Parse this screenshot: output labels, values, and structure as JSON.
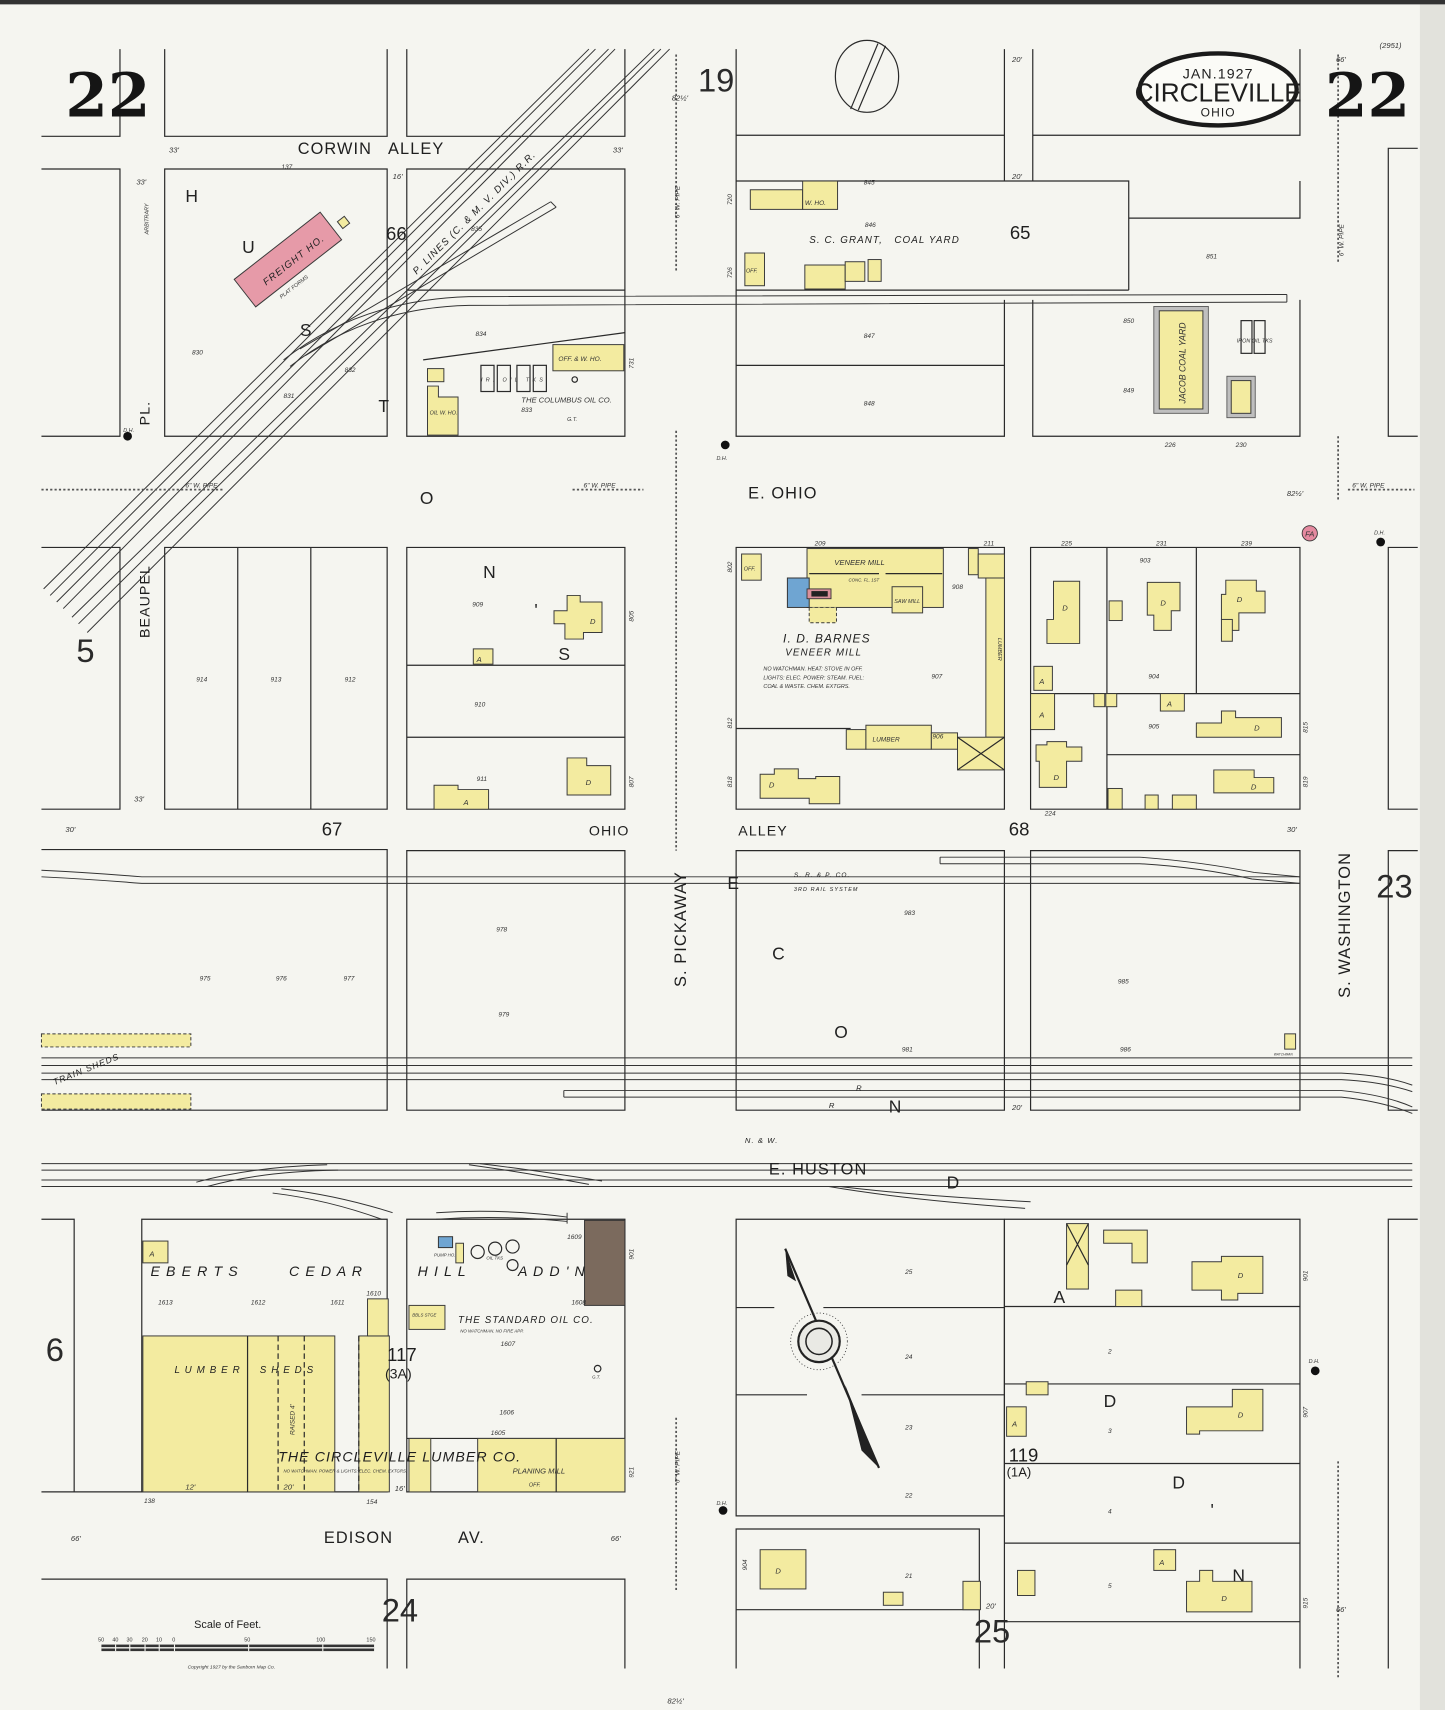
{
  "map": {
    "date": "JAN.1927",
    "city": "CIRCLEVILLE",
    "state": "OHIO",
    "sheet_number": "22",
    "sheet_code": "(2951)"
  },
  "adjacent_sheets": {
    "north": "19",
    "west_upper": "5",
    "west_lower": "6",
    "east": "23",
    "south_left": "24",
    "south_right": "25"
  },
  "streets": {
    "corwin_alley": "CORWIN   ALLEY",
    "beaupel": "BEAUPEL",
    "pl": "PL.",
    "e_ohio": "E. OHIO",
    "ohio": "OHIO",
    "alley": "ALLEY",
    "s_pickaway": "S. PICKAWAY",
    "s_washington": "S. WASHINGTON",
    "e_huston": "E. HUSTON",
    "edison": "EDISON",
    "av": "AV."
  },
  "addition_letters": [
    "H",
    "U",
    "S",
    "T",
    "O",
    "N",
    "'",
    "S",
    "E",
    "C",
    "O",
    "N",
    "D",
    "A",
    "D",
    "D",
    "'",
    "N"
  ],
  "eberts_addition": [
    "E B E R T S",
    "C E D A R",
    "H I L L",
    "A D D ' N"
  ],
  "blocks": {
    "b66": "66",
    "b65": "65",
    "b67": "67",
    "b68": "68",
    "b117": "117",
    "b117_sub": "(3A)",
    "b119": "119",
    "b119_sub": "(1A)"
  },
  "railroad": {
    "p_lines": "P. LINES (C. & M. V. DIV.) R.R.",
    "srp": "S. R. & P. CO.",
    "third_rail": "3RD RAIL SYSTEM",
    "train_sheds": "TRAIN SHEDS",
    "nw": "N. & W.",
    "r": "R",
    "r2": "R"
  },
  "buildings": {
    "freight_ho": "FREIGHT HO.",
    "freight_sub": "PLAT FORMS",
    "columbus_oil": "THE COLUMBUS OIL CO.",
    "off_w_ho": "OFF. & W. HO.",
    "oil_w_ho": "OIL W. HO.",
    "ir_oil_tks": "IR. OIL TKS",
    "gt": "G.T.",
    "sc_grant": "S. C. GRANT,   COAL YARD",
    "w_ho": "W. HO.",
    "off": "OFF.",
    "jacob": "JACOB COAL YARD",
    "iron_oil_tks": "IRON OIL TKS",
    "barnes": "I. D. BARNES",
    "veneer_mill": "VENEER MILL",
    "veneer_bldg": "VENEER MILL",
    "conc_fl": "CONC. FL. 1ST",
    "barnes_note_1": "NO WATCHMAN. HEAT: STOVE IN OFF.",
    "barnes_note_2": "LIGHTS: ELEC. POWER: STEAM. FUEL:",
    "barnes_note_3": "COAL & WASTE. CHEM. EXTGRS.",
    "saw_mill": "SAW MILL",
    "lumber": "LUMBER",
    "lumber_vert": "LUMBER",
    "off_barnes": "OFF.",
    "standard_oil": "THE STANDARD OIL CO.",
    "standard_note": "NO WATCHMAN. NO FIRE APP.",
    "pump_ho": "PUMP HO.",
    "oil_tks": "OIL TKS",
    "bbls_stge": "BBLS STGE",
    "gt2": "G.T.",
    "lumber_sheds": "L U M B E R     S H E D S",
    "raised": "RAISED 4'",
    "circleville_lumber": "THE CIRCLEVILLE LUMBER CO.",
    "lumber_note": "NO WATCHMAN. POWER & LIGHTS: ELEC. CHEM. EXTGRS.",
    "planing_mill": "PLANING MILL",
    "off_lumber": "OFF.",
    "watchman": "WATCHMAN"
  },
  "symbols": {
    "dh": "D.H.",
    "fa": "FA",
    "arbitrary": "ARBITRARY",
    "dwelling": "D",
    "auto": "A"
  },
  "dimensions": [
    "33'",
    "33'",
    "33'",
    "16'",
    "20'",
    "20'",
    "66'",
    "33'",
    "30'",
    "30'",
    "82½'",
    "82½'",
    "66'",
    "66'",
    "16'",
    "12'",
    "20'",
    "20'",
    "66'",
    "82½'"
  ],
  "pipes": [
    "6\" W. PIPE",
    "6\" W. PIPE",
    "6\" W. PIPE",
    "6\" W. PIPE",
    "6\" W. PIPE",
    "6\" W. PIPE"
  ],
  "lots": [
    "137",
    "830",
    "831",
    "832",
    "833",
    "834",
    "835",
    "845",
    "846",
    "847",
    "848",
    "849",
    "850",
    "851",
    "226",
    "230",
    "209",
    "211",
    "225",
    "231",
    "239",
    "903",
    "904",
    "905",
    "906",
    "907",
    "908",
    "909",
    "910",
    "911",
    "912",
    "913",
    "914",
    "224",
    "975",
    "976",
    "977",
    "978",
    "979",
    "981",
    "983",
    "985",
    "986",
    "1613",
    "1612",
    "1611",
    "1610",
    "1609",
    "1608",
    "1607",
    "1606",
    "1605",
    "138",
    "154",
    "25",
    "24",
    "23",
    "22",
    "21",
    "2",
    "3",
    "4",
    "5",
    "802",
    "812",
    "818",
    "805",
    "807",
    "815",
    "819",
    "901",
    "907",
    "915",
    "921",
    "904",
    "731",
    "726",
    "720"
  ],
  "scale": {
    "title": "Scale of Feet.",
    "ticks": [
      "50",
      "40",
      "30",
      "20",
      "10",
      "0",
      "50",
      "100",
      "150"
    ],
    "copyright": "Copyright 1927 by the Sanborn Map Co."
  }
}
